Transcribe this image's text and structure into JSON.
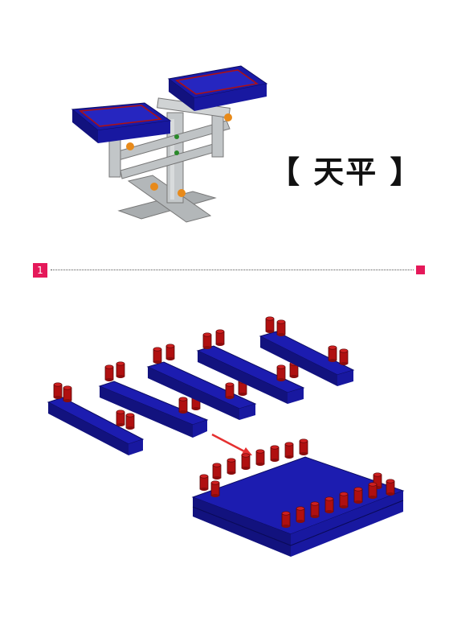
{
  "title": "【 天平 】",
  "step": {
    "number": "1"
  },
  "colors": {
    "accent": "#e5195a",
    "plate_blue": "#1a1aa8",
    "peg_red": "#b01010",
    "frame_gray": "#b8bcbe",
    "connector_orange": "#e88a1a"
  },
  "icons": [
    "scale-model",
    "assembly-arrow",
    "brick-plate",
    "square-tray"
  ]
}
